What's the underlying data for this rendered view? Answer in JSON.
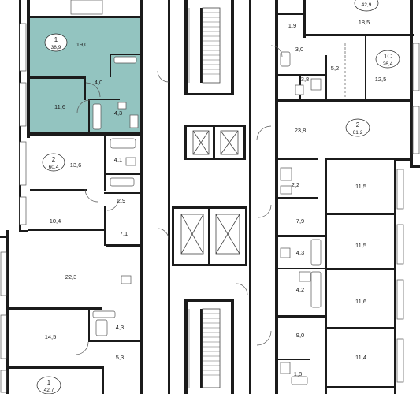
{
  "apartments": [
    {
      "key": "a1",
      "number": "1",
      "area": "38,9",
      "highlighted": true
    },
    {
      "key": "a2",
      "number": "2",
      "area": "60,4",
      "highlighted": false
    },
    {
      "key": "a3",
      "number": "1",
      "area": "42,7",
      "highlighted": false
    },
    {
      "key": "b1",
      "number": "",
      "area": "42,9",
      "highlighted": false
    },
    {
      "key": "b2",
      "number": "1С",
      "area": "26,4",
      "highlighted": false
    },
    {
      "key": "b3",
      "number": "2",
      "area": "61,2",
      "highlighted": false
    }
  ],
  "rooms": {
    "r1": "19,0",
    "r2": "4,0",
    "r3": "11,6",
    "r4": "4,3",
    "r5": "13,6",
    "r6": "4,1",
    "r7": "2,9",
    "r8": "10,4",
    "r9": "7,1",
    "r10": "22,3",
    "r11": "14,5",
    "r12": "4,3",
    "r13": "5,3",
    "r14": "1,9",
    "r15": "18,5",
    "r16": "3,0",
    "r17": "5,2",
    "r18": "3,8",
    "r19": "12,5",
    "r20": "23,8",
    "r21": "2,2",
    "r22": "11,5",
    "r23": "7,9",
    "r24": "11,5",
    "r25": "4,3",
    "r26": "4,2",
    "r27": "11,6",
    "r28": "9,0",
    "r29": "11,4",
    "r30": "1,8"
  },
  "colors": {
    "highlight_fill": "#93c4c0",
    "wall": "#1b1b1b",
    "background": "#ffffff"
  }
}
